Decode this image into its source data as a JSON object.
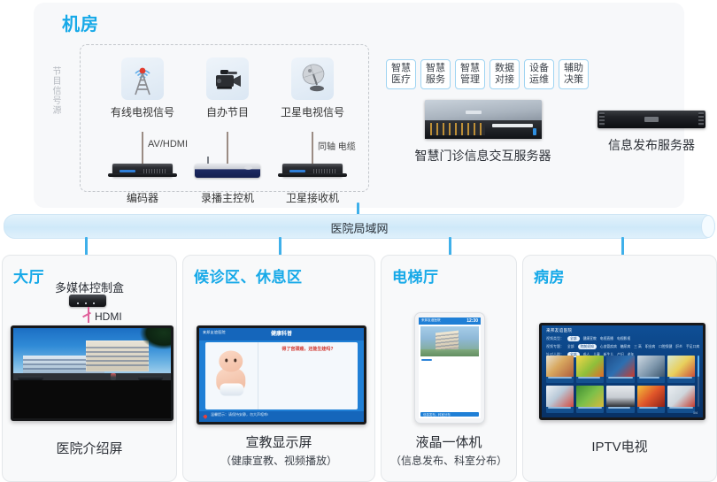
{
  "colors": {
    "accent": "#16a9e8",
    "lan_bar": "#cfe9f9",
    "connector": "#3fb0ea",
    "tag_border": "#9fd4f2",
    "hdmi_cable": "#e0619b"
  },
  "machine_room": {
    "title": "机房",
    "source_group_label": "节目信号源",
    "sources": [
      {
        "icon": "antenna-tower-icon",
        "signal_name": "有线电视信号",
        "cable_label": "AV/HDMI",
        "device_name": "编码器",
        "device_type": "rack-unit"
      },
      {
        "icon": "video-camera-icon",
        "signal_name": "自办节目",
        "cable_label": "",
        "device_name": "录播主控机",
        "device_type": "recording-host"
      },
      {
        "icon": "satellite-dish-icon",
        "signal_name": "卫星电视信号",
        "cable_label": "同轴 电缆",
        "device_name": "卫星接收机",
        "device_type": "rack-unit"
      }
    ],
    "capability_tags": [
      "智慧医疗",
      "智慧服务",
      "智慧管理",
      "数据对接",
      "设备运维",
      "辅助决策"
    ],
    "servers": [
      {
        "name": "智慧门诊信息交互服务器",
        "icon": "server-2u-icon"
      },
      {
        "name": "信息发布服务器",
        "icon": "server-1u-icon"
      }
    ]
  },
  "network": {
    "label": "医院局域网"
  },
  "zones": [
    {
      "title": "大厅",
      "device_label": "多媒体控制盒",
      "cable_label": "HDMI",
      "caption": "医院介绍屏",
      "subcaption": "",
      "screen": {
        "type": "hospital-intro",
        "body_text_color": "#d2352c"
      }
    },
    {
      "title": "候诊区、休息区",
      "device_label": "",
      "cable_label": "",
      "caption": "宣教显示屏",
      "subcaption": "（健康宣教、视频播放）",
      "screen": {
        "type": "health-education",
        "hospital_name": "来邦友谊医院",
        "header": "健康科普",
        "headline": "得了宫颈癌，还能生娃吗?",
        "footer": "温馨提示：请保持安静，勿大声喧哗!"
      }
    },
    {
      "title": "电梯厅",
      "device_label": "",
      "cable_label": "",
      "caption": "液晶一体机",
      "subcaption": "（信息发布、科室分布）",
      "screen": {
        "type": "vertical-lcd",
        "hospital_name": "来邦友谊医院",
        "time": "12:30",
        "footer": "信息发布、科室分布"
      }
    },
    {
      "title": "病房",
      "device_label": "",
      "cable_label": "",
      "caption": "IPTV电视",
      "subcaption": "",
      "screen": {
        "type": "iptv",
        "hospital_name": "来邦友谊医院",
        "filters": [
          {
            "label": "视频类型：",
            "selected": "全部",
            "options": [
              "健康宣教",
              "电视直播",
              "电视影视"
            ]
          },
          {
            "label": "视频专题：",
            "selected": "全部",
            "options": [
              "院前须知",
              "心血管疾病",
              "糖尿病",
              "三 高",
              "职业病",
              "口腔保健",
              "肝炎",
              "手足口病"
            ]
          },
          {
            "label": "针对人群：",
            "selected": "全部",
            "options": [
              "成人",
              "儿童",
              "新生儿",
              "产妇",
              "老年"
            ]
          }
        ],
        "page_indicator": "1/4"
      }
    }
  ]
}
